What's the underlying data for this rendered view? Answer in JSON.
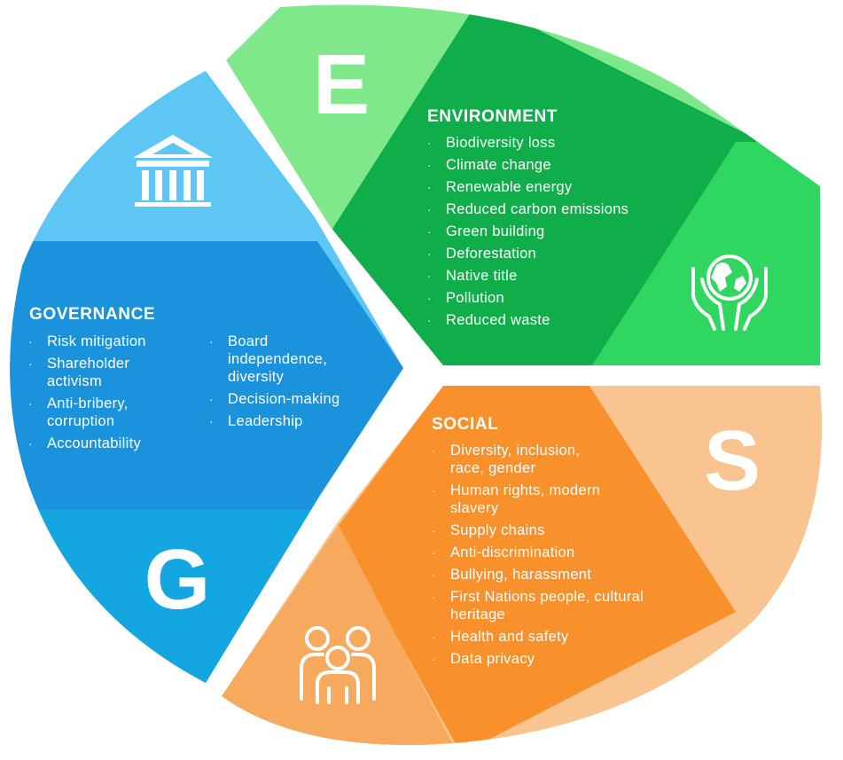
{
  "environment": {
    "letter": "E",
    "heading": "ENVIRONMENT",
    "items": [
      "Biodiversity loss",
      "Climate change",
      "Renewable energy",
      "Reduced carbon emissions",
      "Green building",
      "Deforestation",
      "Native title",
      "Pollution",
      "Reduced waste"
    ],
    "icon": "hands-holding-globe-icon",
    "colors": {
      "light": "#7ee88a",
      "main": "#0fae4a",
      "bright": "#2fd660"
    }
  },
  "social": {
    "letter": "S",
    "heading": "SOCIAL",
    "items": [
      [
        "Diversity, inclusion,",
        "race, gender"
      ],
      [
        "Human rights, modern",
        "slavery"
      ],
      [
        "Supply chains"
      ],
      [
        "Anti-discrimination"
      ],
      [
        "Bullying, harassment"
      ],
      [
        "First Nations people, cultural",
        "heritage"
      ],
      [
        "Health and safety"
      ],
      [
        "Data privacy"
      ]
    ],
    "icon": "people-group-icon",
    "colors": {
      "light": "#f9c48f",
      "main": "#f8902b",
      "pale": "#f7a95e"
    }
  },
  "governance": {
    "letter": "G",
    "heading": "GOVERNANCE",
    "items_left": [
      [
        "Risk mitigation"
      ],
      [
        "Shareholder",
        "activism"
      ],
      [
        "Anti-bribery,",
        "corruption"
      ],
      [
        "Accountability"
      ]
    ],
    "items_right": [
      [
        "Board",
        "independence,",
        "diversity"
      ],
      [
        "Decision-making"
      ],
      [
        "Leadership"
      ]
    ],
    "icon": "government-building-icon",
    "colors": {
      "light": "#5ec6f5",
      "main": "#1a93dc",
      "bottom": "#14a6e0"
    }
  },
  "bullet_char": "·"
}
